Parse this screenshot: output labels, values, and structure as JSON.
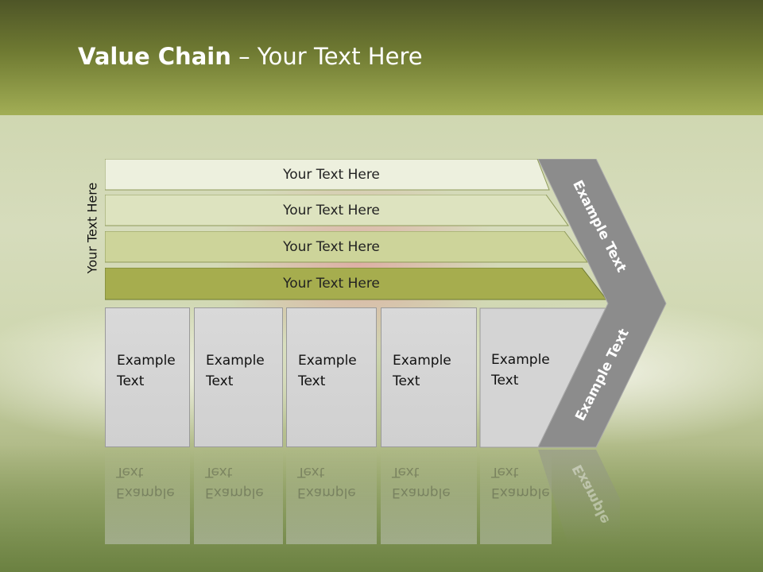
{
  "title": {
    "bold": "Value Chain",
    "rest": " – Your Text Here"
  },
  "side_label": "Your Text Here",
  "rows": [
    {
      "label": "Your Text Here",
      "fill": "#edf0de"
    },
    {
      "label": "Your Text Here",
      "fill": "#dde3bf"
    },
    {
      "label": "Your Text Here",
      "fill": "#cdd49a"
    },
    {
      "label": "Your Text Here",
      "fill": "#a6ad4e"
    }
  ],
  "columns": [
    {
      "line1": "Example",
      "line2": "Text"
    },
    {
      "line1": "Example",
      "line2": "Text"
    },
    {
      "line1": "Example",
      "line2": "Text"
    },
    {
      "line1": "Example",
      "line2": "Text"
    },
    {
      "line1": "Example",
      "line2": "Text"
    }
  ],
  "chevron": {
    "upper": "Example Text",
    "lower": "Example Text",
    "color": "#8c8c8c"
  },
  "reflection": {
    "chevron_text": "Example"
  }
}
